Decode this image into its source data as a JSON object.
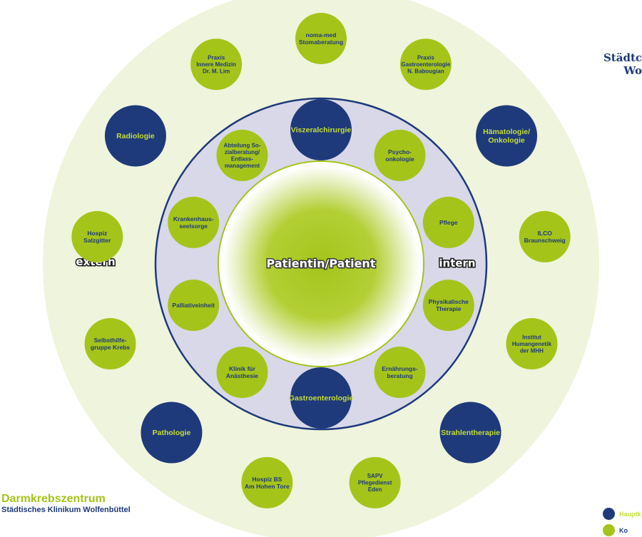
{
  "diagram": {
    "center_label": "Patientin/Patient",
    "inner_ring_label": "intern",
    "outer_ring_label": "extern",
    "colors": {
      "outer_disc": "#eff4dc",
      "inner_ring": "#d8d8e8",
      "navy": "#1e3a7a",
      "lime": "#a5c41a",
      "navy_text": "#1e3a7a",
      "lime_text": "#c5de35"
    },
    "inner_nodes": [
      {
        "label": "Viszeralchirurgie",
        "style": "navy"
      },
      {
        "label": "Psycho-\nonkologie",
        "style": "lime"
      },
      {
        "label": "Pflege",
        "style": "lime"
      },
      {
        "label": "Physikalische\nTherapie",
        "style": "lime"
      },
      {
        "label": "Ernährungs-\nberatung",
        "style": "lime"
      },
      {
        "label": "Gastroenterologie",
        "style": "navy"
      },
      {
        "label": "Klinik für\nAnästhesie",
        "style": "lime"
      },
      {
        "label": "Palliativeinheit",
        "style": "lime"
      },
      {
        "label": "Krankenhaus-\nseelsorge",
        "style": "lime"
      },
      {
        "label": "Abteilung So-\nzialberatung/\nEntlass-\nmanagement",
        "style": "lime"
      }
    ],
    "outer_nodes": [
      {
        "label": "noma-med\nStomaberatung",
        "style": "lime"
      },
      {
        "label": "Praxis\nGastroenterologie\nN. Babougian",
        "style": "lime"
      },
      {
        "label": "Hämatologie/\nOnkologie",
        "style": "navy"
      },
      {
        "label": "ILCO\nBraunschweig",
        "style": "lime"
      },
      {
        "label": "Institut\nHumangenetik\nder MHH",
        "style": "lime"
      },
      {
        "label": "Strahlentherapie",
        "style": "navy"
      },
      {
        "label": "SAPV\nPflegedienst\nEden",
        "style": "lime"
      },
      {
        "label": "Hospiz BS\nAm Hohen Tore",
        "style": "lime"
      },
      {
        "label": "Pathologie",
        "style": "navy"
      },
      {
        "label": "Selbsthilfe-\ngruppe Krebs",
        "style": "lime"
      },
      {
        "label": "Hospiz\nSalzgitter",
        "style": "lime"
      },
      {
        "label": "Radiologie",
        "style": "navy"
      },
      {
        "label": "Praxis\nInnere Medizin\nDr. M. Lim",
        "style": "lime"
      }
    ]
  },
  "brand": {
    "title": "Darmkrebszentrum",
    "subtitle": "Städtisches Klinikum Wolfenbüttel"
  },
  "corner_text": {
    "line1": "Städtc",
    "line2": "Wo"
  },
  "legend": [
    {
      "label": "Hauptk",
      "color": "#1e3a7a",
      "text_color": "#c5de35"
    },
    {
      "label": "Ko",
      "color": "#a5c41a",
      "text_color": "#1e3a7a"
    }
  ]
}
